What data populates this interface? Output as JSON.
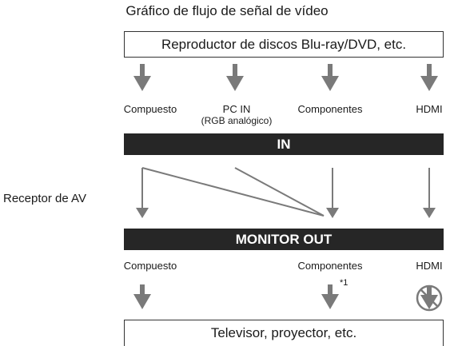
{
  "title": "Gráfico de flujo de señal de vídeo",
  "source_box": "Reproductor de discos Blu-ray/DVD, etc.",
  "input_labels": {
    "composite": "Compuesto",
    "pc_in": "PC IN",
    "pc_in_sub": "(RGB analógico)",
    "component": "Componentes",
    "hdmi": "HDMI"
  },
  "in_bar": "IN",
  "receiver_label": "Receptor de AV",
  "monitor_out_bar": "MONITOR OUT",
  "output_labels": {
    "composite": "Compuesto",
    "component": "Componentes",
    "hdmi": "HDMI"
  },
  "footnote_marker": "*1",
  "destination_box": "Televisor, proyector, etc.",
  "colors": {
    "arrow": "#7a7a7a",
    "bar": "#262626"
  },
  "icons": [
    "down-arrow-icon",
    "no-output-arrow-icon"
  ]
}
